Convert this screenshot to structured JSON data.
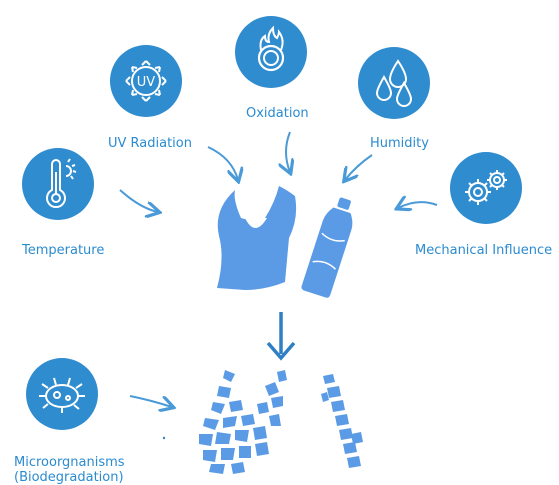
{
  "factors": {
    "uv": {
      "label": "UV Radiation",
      "icon": "uv-sun-icon"
    },
    "oxidation": {
      "label": "Oxidation",
      "icon": "flame-ring-icon"
    },
    "humidity": {
      "label": "Humidity",
      "icon": "water-drops-icon"
    },
    "temperature": {
      "label": "Temperature",
      "icon": "thermometer-sun-icon"
    },
    "mechanical": {
      "label": "Mechanical Influence",
      "icon": "gears-icon"
    },
    "microorganisms": {
      "label_line1": "Microorgnanisms",
      "label_line2": "(Biodegradation)",
      "icon": "microbe-icon"
    }
  },
  "center": {
    "items": [
      "plastic-bag-icon",
      "plastic-bottle-icon"
    ]
  },
  "result": {
    "items": [
      "fragmented-bag-icon",
      "fragmented-bottle-icon"
    ]
  },
  "colors": {
    "accent": "#2f8ccf",
    "shape": "#5b9be6",
    "text": "#2a8bd0",
    "arrow": "#4a9ad8"
  }
}
